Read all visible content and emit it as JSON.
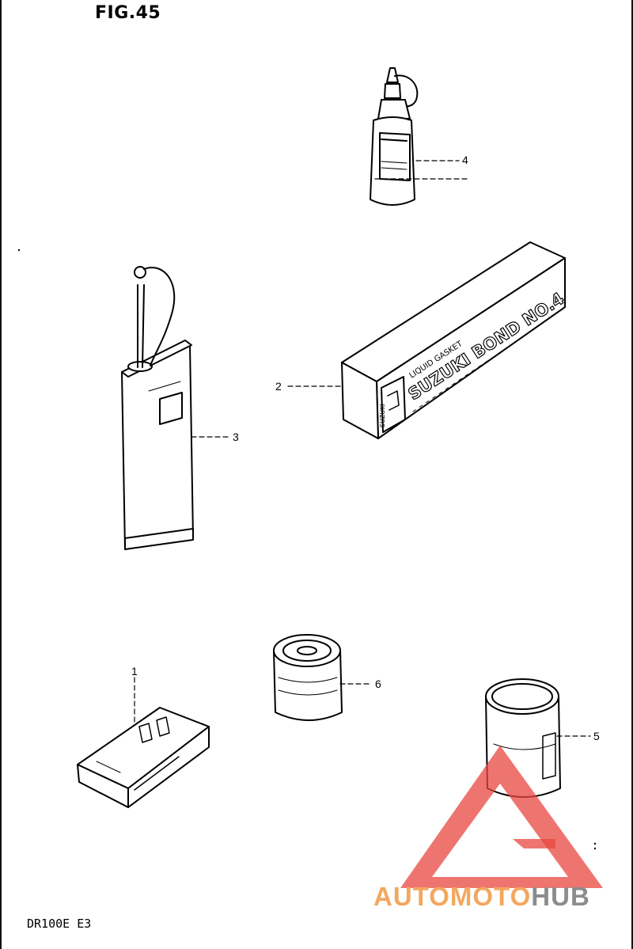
{
  "figure_title": "FIG.45",
  "model_code": "DR100E E3",
  "callouts": [
    {
      "number": "1",
      "part": "touch-up-paint"
    },
    {
      "number": "2",
      "part": "suzuki-bond-no4-box"
    },
    {
      "number": "3",
      "part": "oil-can"
    },
    {
      "number": "4",
      "part": "oil-bottle"
    },
    {
      "number": "5",
      "part": "large-tin"
    },
    {
      "number": "6",
      "part": "small-tin"
    }
  ],
  "product_labels": {
    "bond_box_subtitle": "LIQUID GASKET",
    "bond_box_title": "SUZUKI BOND NO.4",
    "bond_box_brand": "SUZUKI"
  },
  "watermark": {
    "part1": "AUTOMOTO",
    "part2": "HUB"
  },
  "colors": {
    "line": "#000000",
    "watermark_red": "#e8473f",
    "watermark_orange": "#f3a75e",
    "watermark_gray": "#8c8c8c"
  }
}
